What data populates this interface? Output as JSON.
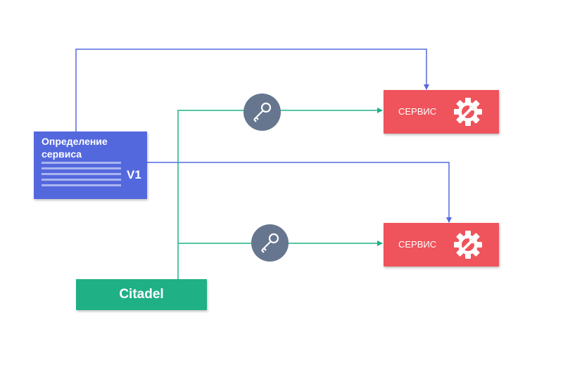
{
  "definition": {
    "title": "Определение сервиса",
    "version": "V1"
  },
  "services": [
    {
      "label": "СЕРВИС",
      "icon": "gear-wrench-icon"
    },
    {
      "label": "СЕРВИС",
      "icon": "gear-wrench-icon"
    }
  ],
  "citadel": {
    "label": "Citadel"
  },
  "keys": [
    {
      "icon": "key-icon"
    },
    {
      "icon": "key-icon"
    }
  ],
  "colors": {
    "definition": "#5468de",
    "service": "#ef535b",
    "citadel": "#1fb086",
    "key": "#66768f",
    "blue_arrow": "#5468de",
    "green_arrow": "#1fb086"
  }
}
